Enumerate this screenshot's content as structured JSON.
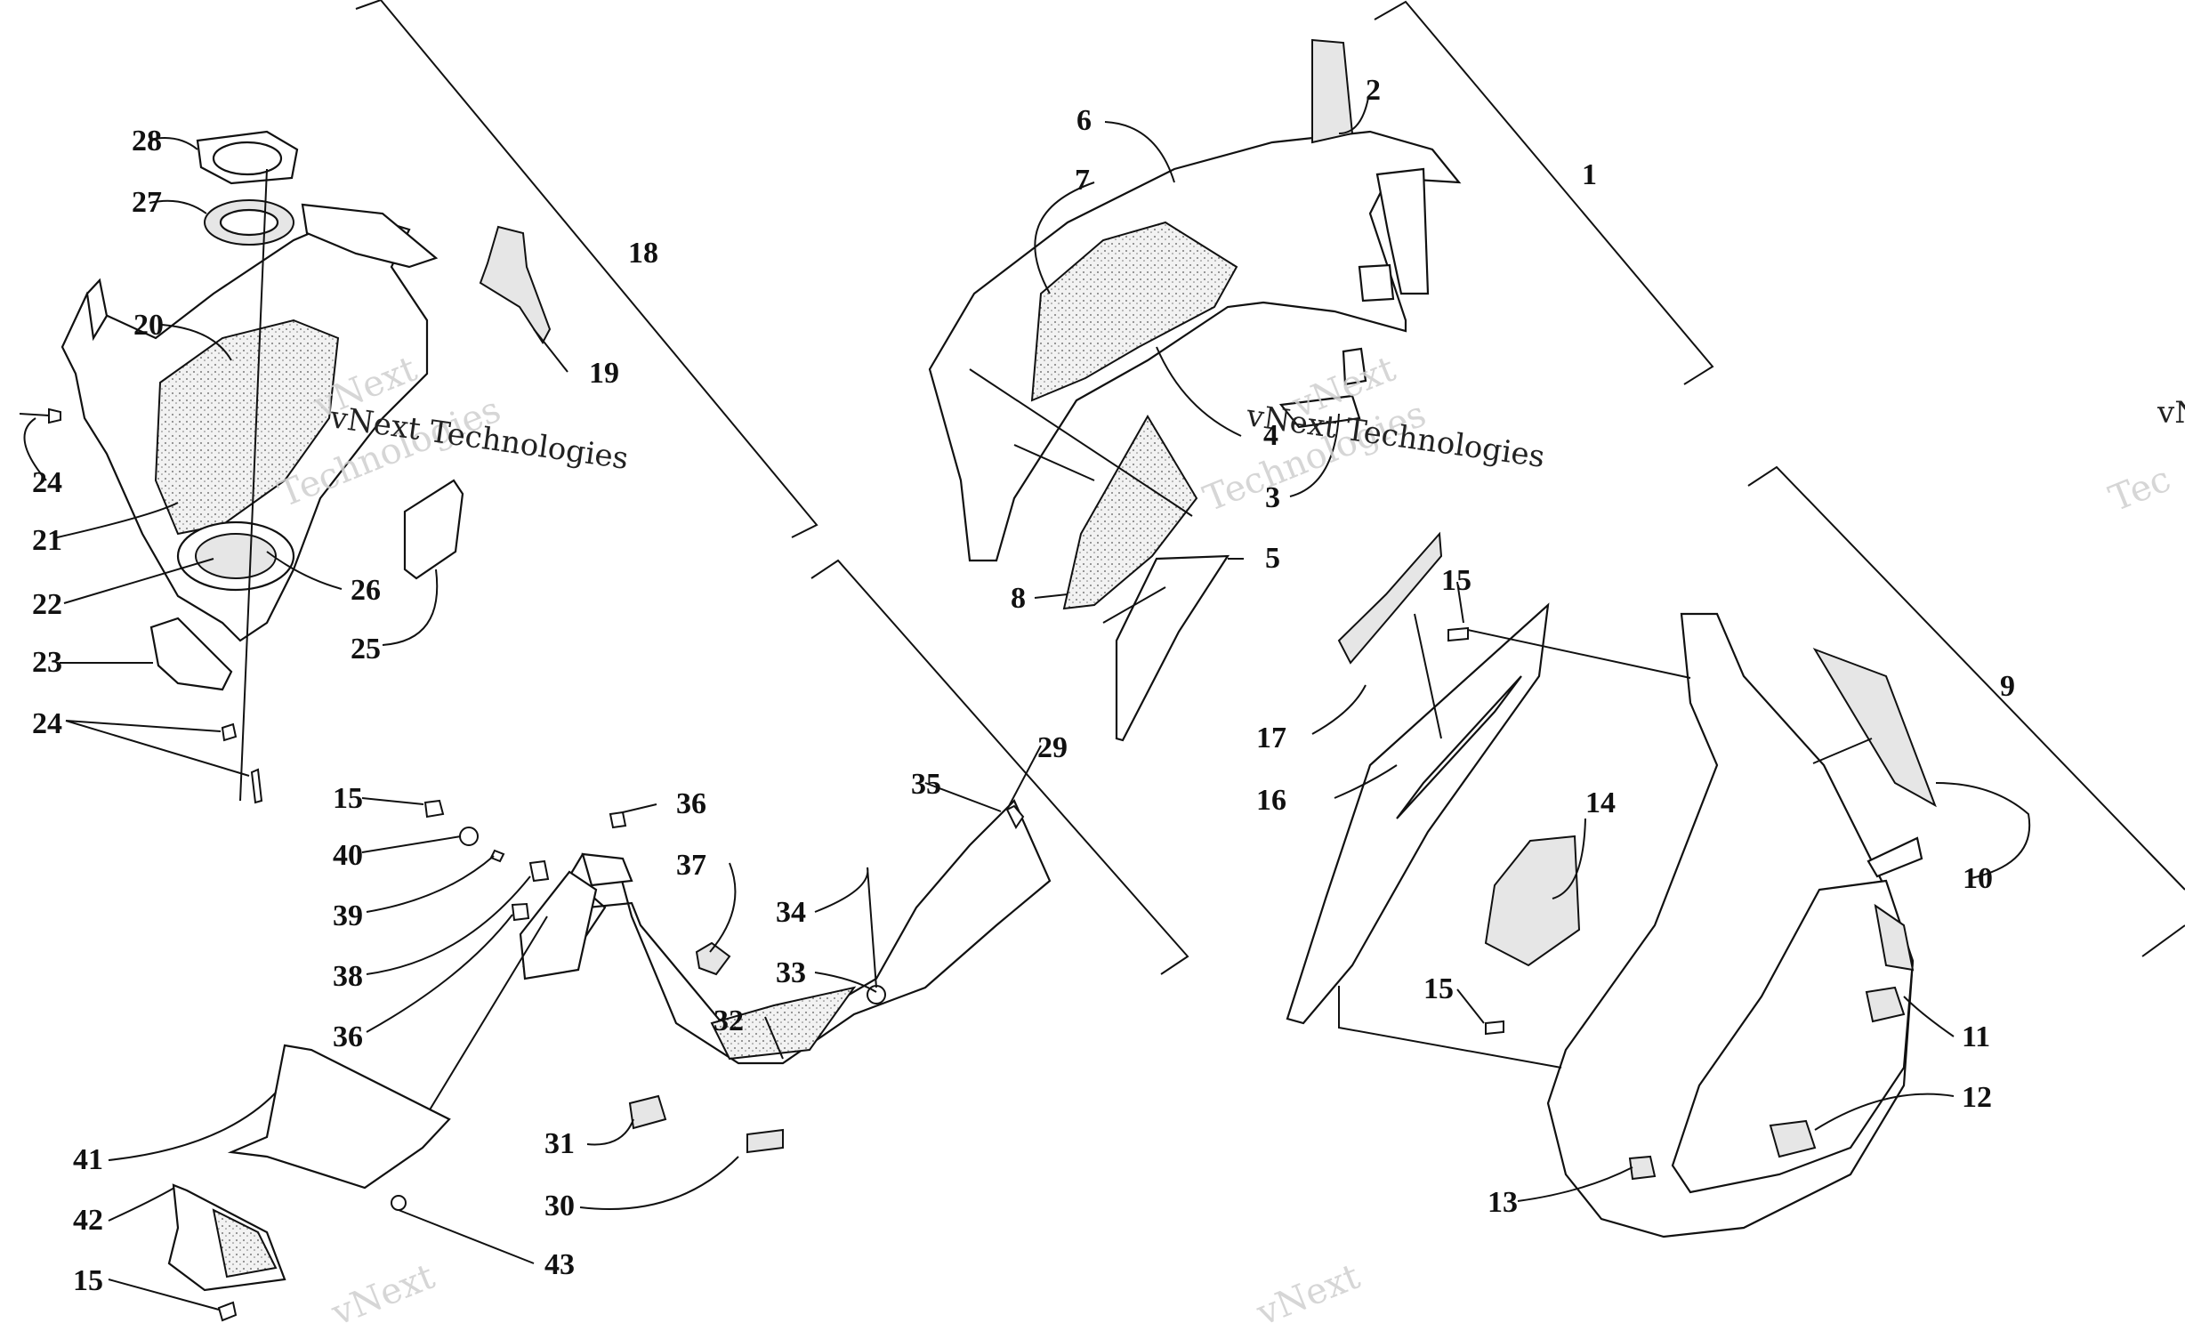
{
  "diagram": {
    "callouts": {
      "c1": "1",
      "c2": "2",
      "c3": "3",
      "c4": "4",
      "c5": "5",
      "c6": "6",
      "c7": "7",
      "c8": "8",
      "c9": "9",
      "c10": "10",
      "c11": "11",
      "c12": "12",
      "c13": "13",
      "c14": "14",
      "c15a": "15",
      "c15b": "15",
      "c15c": "15",
      "c15d": "15",
      "c16": "16",
      "c17": "17",
      "c18": "18",
      "c19": "19",
      "c20": "20",
      "c21": "21",
      "c22": "22",
      "c23": "23",
      "c24a": "24",
      "c24b": "24",
      "c25": "25",
      "c26": "26",
      "c27": "27",
      "c28": "28",
      "c29": "29",
      "c30": "30",
      "c31": "31",
      "c32": "32",
      "c33": "33",
      "c34": "34",
      "c35": "35",
      "c36a": "36",
      "c36b": "36",
      "c37": "37",
      "c38": "38",
      "c39": "39",
      "c40": "40",
      "c41": "41",
      "c42": "42",
      "c43": "43"
    },
    "watermarks": {
      "w1_big": "vNext",
      "w1_big2": "Technologies",
      "w1_small": "vNext Technologies",
      "w2_big": "vNext",
      "w2_big2": "Technologies",
      "w2_small": "vNext Technologies",
      "w3_big": "vNext",
      "w4_big": "vNext",
      "w5_big": "Tec",
      "w5_small": "vN"
    }
  }
}
